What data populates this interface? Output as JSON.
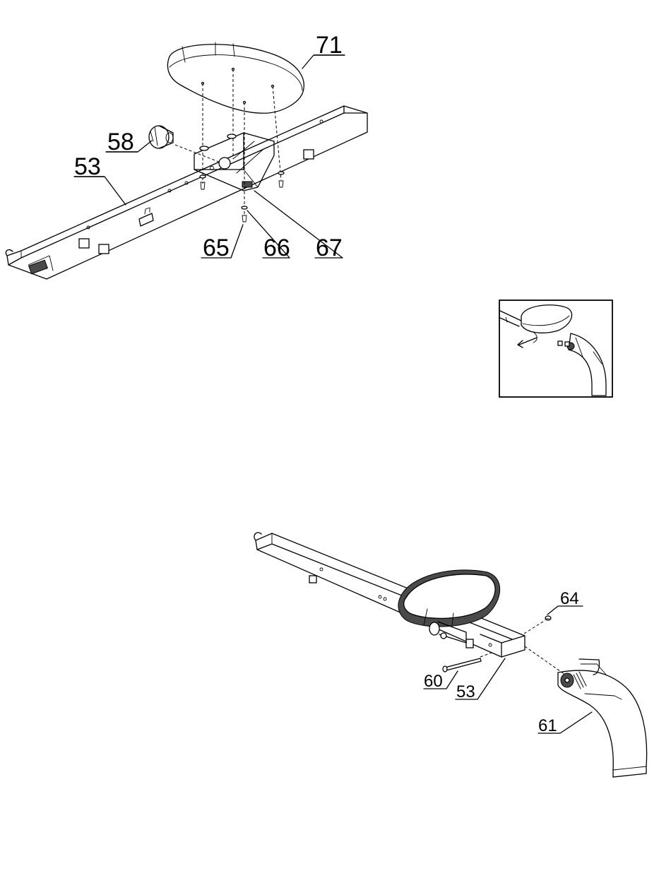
{
  "top_assembly": {
    "labels": {
      "seat": "71",
      "knob": "58",
      "rail": "53",
      "bolt": "65",
      "washer": "66",
      "bracket": "67"
    }
  },
  "bottom_assembly": {
    "labels": {
      "screw": "64",
      "bolt": "60",
      "rail": "53",
      "end_cap": "61"
    }
  }
}
